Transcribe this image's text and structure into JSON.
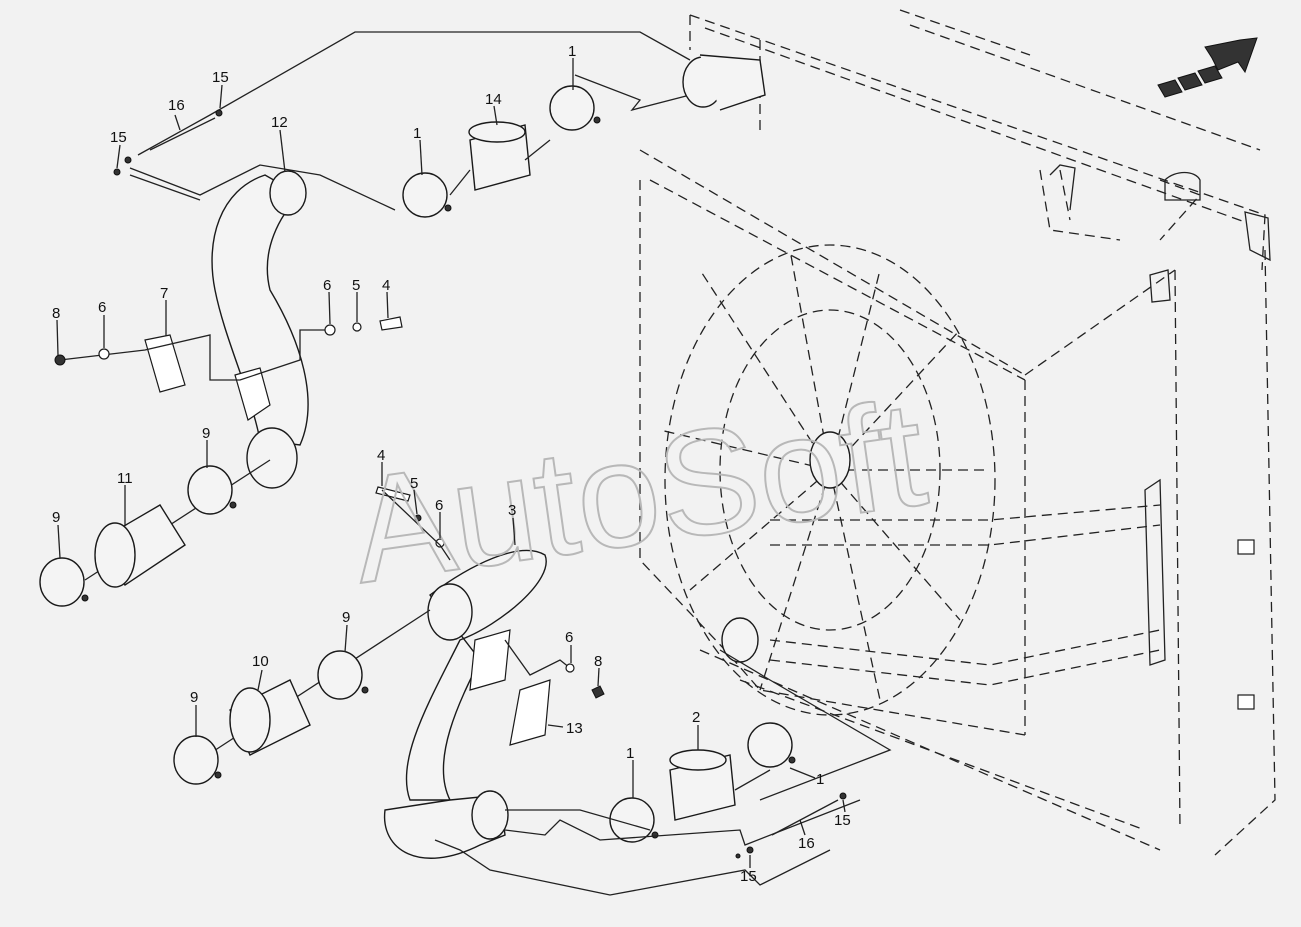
{
  "watermark": "AutoSoft",
  "labels": [
    {
      "id": "lbl-1-a",
      "text": "1"
    },
    {
      "id": "lbl-1-b",
      "text": "1"
    },
    {
      "id": "lbl-1-c",
      "text": "1"
    },
    {
      "id": "lbl-1-d",
      "text": "1"
    },
    {
      "id": "lbl-2",
      "text": "2"
    },
    {
      "id": "lbl-3",
      "text": "3"
    },
    {
      "id": "lbl-4-a",
      "text": "4"
    },
    {
      "id": "lbl-4-b",
      "text": "4"
    },
    {
      "id": "lbl-5-a",
      "text": "5"
    },
    {
      "id": "lbl-5-b",
      "text": "5"
    },
    {
      "id": "lbl-6-a",
      "text": "6"
    },
    {
      "id": "lbl-6-b",
      "text": "6"
    },
    {
      "id": "lbl-6-c",
      "text": "6"
    },
    {
      "id": "lbl-6-d",
      "text": "6"
    },
    {
      "id": "lbl-7",
      "text": "7"
    },
    {
      "id": "lbl-8-a",
      "text": "8"
    },
    {
      "id": "lbl-8-b",
      "text": "8"
    },
    {
      "id": "lbl-9-a",
      "text": "9"
    },
    {
      "id": "lbl-9-b",
      "text": "9"
    },
    {
      "id": "lbl-9-c",
      "text": "9"
    },
    {
      "id": "lbl-9-d",
      "text": "9"
    },
    {
      "id": "lbl-10",
      "text": "10"
    },
    {
      "id": "lbl-11",
      "text": "11"
    },
    {
      "id": "lbl-12",
      "text": "12"
    },
    {
      "id": "lbl-13",
      "text": "13"
    },
    {
      "id": "lbl-14",
      "text": "14"
    },
    {
      "id": "lbl-15-a",
      "text": "15"
    },
    {
      "id": "lbl-15-b",
      "text": "15"
    },
    {
      "id": "lbl-15-c",
      "text": "15"
    },
    {
      "id": "lbl-15-d",
      "text": "15"
    },
    {
      "id": "lbl-16-a",
      "text": "16"
    },
    {
      "id": "lbl-16-b",
      "text": "16"
    }
  ]
}
